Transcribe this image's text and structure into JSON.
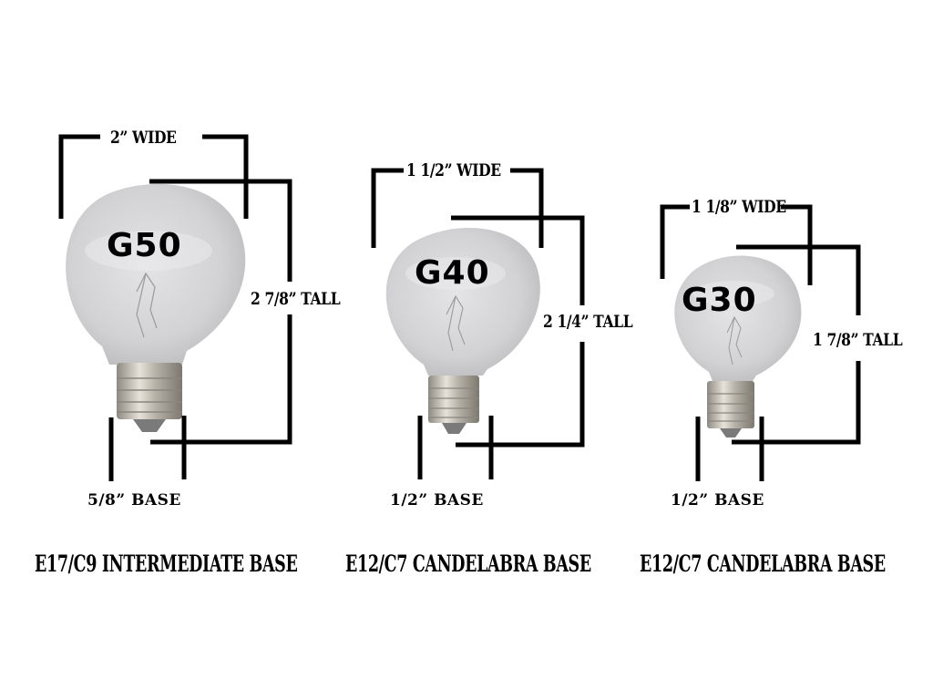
{
  "bulbs": [
    {
      "model": "G50",
      "width_label": "2” WIDE",
      "height_label": "2 7/8” TALL",
      "base_width_label": "5/8” BASE",
      "base_type_label": "E17/C9 INTERMEDIATE BASE"
    },
    {
      "model": "G40",
      "width_label": "1 1/2” WIDE",
      "height_label": "2 1/4” TALL",
      "base_width_label": "1/2” BASE",
      "base_type_label": "E12/C7 CANDELABRA BASE"
    },
    {
      "model": "G30",
      "width_label": "1 1/8” WIDE",
      "height_label": "1 7/8” TALL",
      "base_width_label": "1/2” BASE",
      "base_type_label": "E12/C7 CANDELABRA BASE"
    }
  ],
  "colors": {
    "background": "#ffffff",
    "lines": "#000000",
    "glass": "#d6d6d8",
    "base_metal": "#b8b4ac"
  }
}
